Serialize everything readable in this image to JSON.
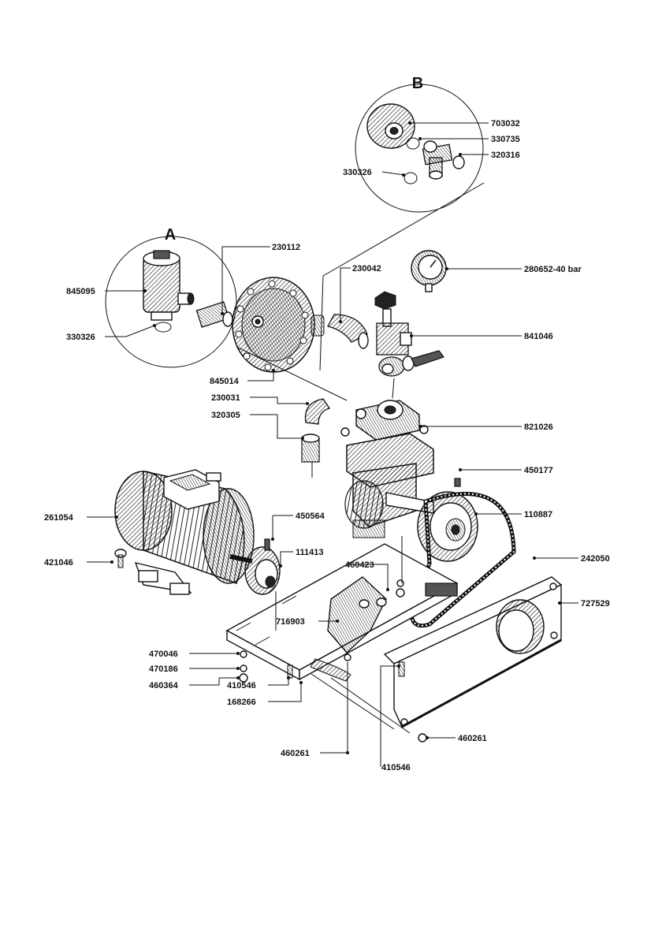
{
  "detail_a": {
    "letter": "A"
  },
  "detail_b": {
    "letter": "B"
  },
  "labels": {
    "p703032": "703032",
    "p330735": "330735",
    "p320316": "320316",
    "p330326b": "330326",
    "p230112": "230112",
    "p845095": "845095",
    "p330326a": "330326",
    "p230042": "230042",
    "p280652": "280652-40 bar",
    "p841046": "841046",
    "p845014": "845014",
    "p230031": "230031",
    "p320305": "320305",
    "p821026": "821026",
    "p450177": "450177",
    "p261054": "261054",
    "p450564": "450564",
    "p110887": "110887",
    "p111413": "111413",
    "p421046": "421046",
    "p460423": "460423",
    "p242050": "242050",
    "p727529": "727529",
    "p716903": "716903",
    "p470046": "470046",
    "p470186": "470186",
    "p460364": "460364",
    "p410546a": "410546",
    "p168266": "168266",
    "p460261a": "460261",
    "p460261b": "460261",
    "p410546b": "410546"
  }
}
